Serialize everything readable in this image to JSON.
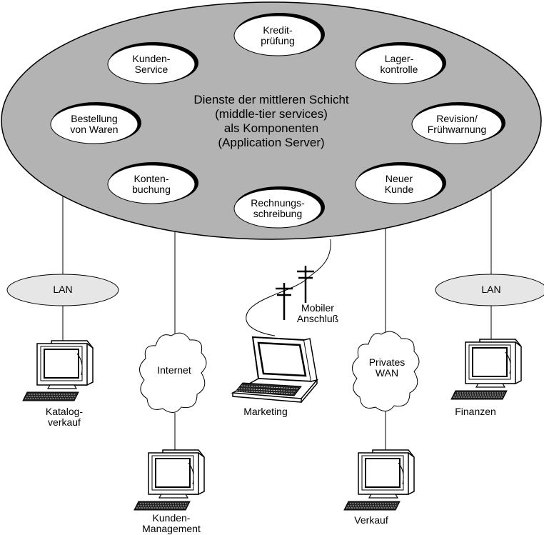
{
  "center": {
    "line1": "Dienste der mittleren Schicht",
    "line2": "(middle-tier services)",
    "line3": "als Komponenten",
    "line4": "(Application Server)"
  },
  "services": {
    "kredit": {
      "l1": "Kredit-",
      "l2": "prüfung"
    },
    "kunden_service": {
      "l1": "Kunden-",
      "l2": "Service"
    },
    "lager": {
      "l1": "Lager-",
      "l2": "kontrolle"
    },
    "bestellung": {
      "l1": "Bestellung",
      "l2": "von Waren"
    },
    "revision": {
      "l1": "Revision/",
      "l2": "Frühwarnung"
    },
    "konten": {
      "l1": "Konten-",
      "l2": "buchung"
    },
    "neuer_kunde": {
      "l1": "Neuer",
      "l2": "Kunde"
    },
    "rechnung": {
      "l1": "Rechnungs-",
      "l2": "schreibung"
    }
  },
  "networks": {
    "lan_left": "LAN",
    "lan_right": "LAN",
    "internet": "Internet",
    "privates_wan": {
      "l1": "Privates",
      "l2": "WAN"
    },
    "mobiler": {
      "l1": "Mobiler",
      "l2": "Anschluß"
    }
  },
  "clients": {
    "katalog": {
      "l1": "Katalog-",
      "l2": "verkauf"
    },
    "marketing": "Marketing",
    "finanzen": "Finanzen",
    "kunden_mgmt": {
      "l1": "Kunden-",
      "l2": "Management"
    },
    "verkauf": "Verkauf"
  }
}
